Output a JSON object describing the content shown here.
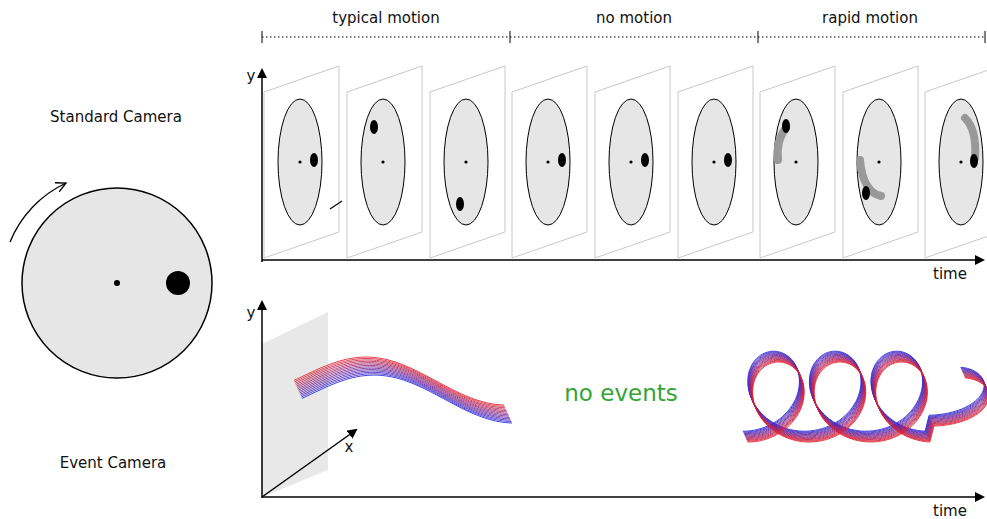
{
  "diagram": {
    "labels": [
      "typical motion",
      "no motion",
      "rapid motion",
      "Standard Camera",
      "y",
      "time",
      "Event Camera",
      "y",
      "x",
      "no events",
      "time"
    ]
  }
}
